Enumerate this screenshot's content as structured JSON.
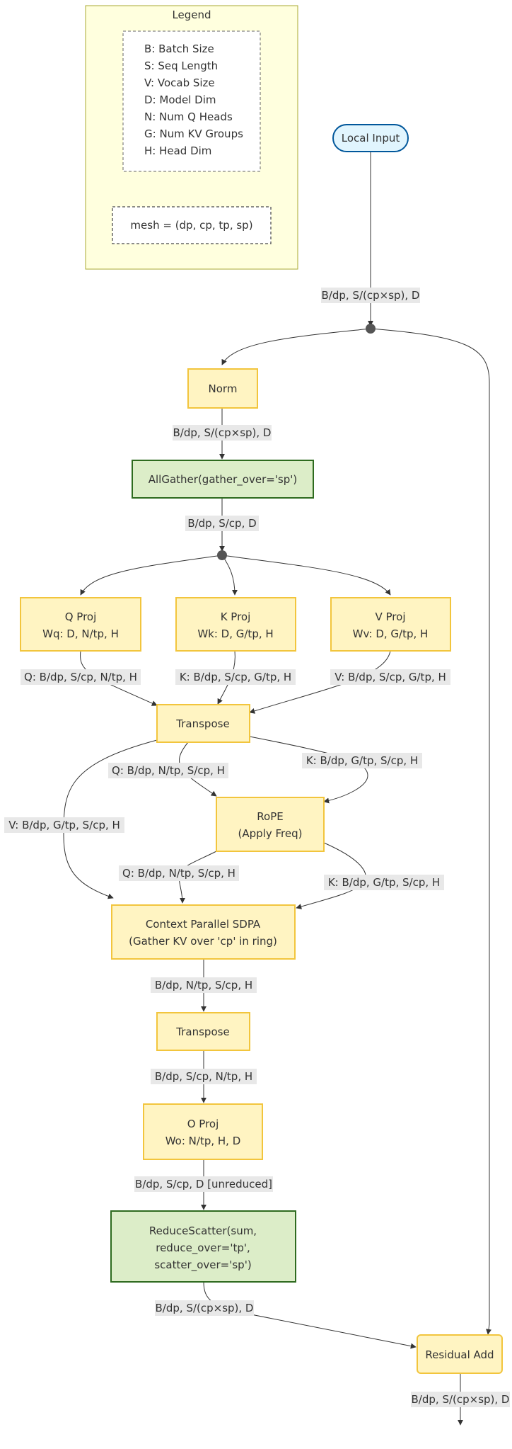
{
  "legend": {
    "title": "Legend",
    "entries": [
      "B: Batch Size",
      "S: Seq Length",
      "V: Vocab Size",
      "D: Model Dim",
      "N: Num Q Heads",
      "G: Num KV Groups",
      "H: Head Dim"
    ],
    "mesh": "mesh = (dp, cp, tp, sp)"
  },
  "nodes": {
    "local_input": "Local Input",
    "norm": "Norm",
    "allgather": "AllGather(gather_over='sp')",
    "q_proj": [
      "Q Proj",
      "Wq: D, N/tp, H"
    ],
    "k_proj": [
      "K Proj",
      "Wk: D, G/tp, H"
    ],
    "v_proj": [
      "V Proj",
      "Wv: D, G/tp, H"
    ],
    "transpose1": "Transpose",
    "rope": [
      "RoPE",
      "(Apply Freq)"
    ],
    "sdpa": [
      "Context Parallel SDPA",
      "(Gather KV over 'cp' in ring)"
    ],
    "transpose2": "Transpose",
    "o_proj": [
      "O Proj",
      "Wo: N/tp, H, D"
    ],
    "reducescatter": [
      "ReduceScatter(sum,",
      "reduce_over='tp',",
      "scatter_over='sp')"
    ],
    "residual_add": "Residual Add"
  },
  "edge_labels": {
    "input_out": "B/dp, S/(cp×sp), D",
    "norm_out": "B/dp, S/(cp×sp), D",
    "allgather_out": "B/dp, S/cp, D",
    "q_proj_out": "Q: B/dp, S/cp, N/tp, H",
    "k_proj_out": "K: B/dp, S/cp, G/tp, H",
    "v_proj_out": "V: B/dp, S/cp, G/tp, H",
    "transpose_q": "Q: B/dp, N/tp, S/cp, H",
    "transpose_k": "K: B/dp, G/tp, S/cp, H",
    "transpose_v": "V: B/dp, G/tp, S/cp, H",
    "rope_q": "Q: B/dp, N/tp, S/cp, H",
    "rope_k": "K: B/dp, G/tp, S/cp, H",
    "sdpa_out": "B/dp, N/tp, S/cp, H",
    "transpose2_out": "B/dp, S/cp, N/tp, H",
    "o_proj_out": "B/dp, S/cp, D [unreduced]",
    "reducescatter_out": "B/dp, S/(cp×sp), D",
    "residual_out": "B/dp, S/(cp×sp), D"
  }
}
